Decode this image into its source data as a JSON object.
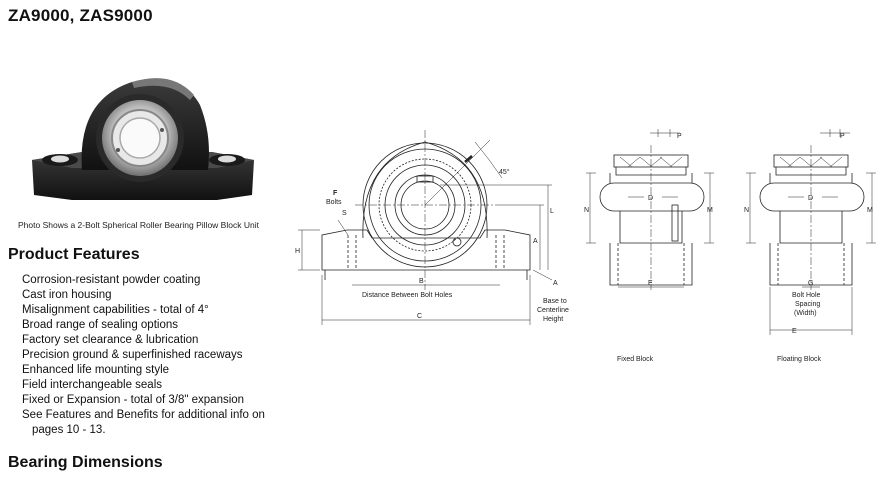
{
  "title": "ZA9000, ZAS9000",
  "photo": {
    "caption": "Photo Shows a 2-Bolt Spherical Roller Bearing Pillow Block Unit"
  },
  "features": {
    "heading": "Product Features",
    "items": [
      "Corrosion-resistant powder coating",
      "Cast iron housing",
      "Misalignment capabilities - total of 4°",
      "Broad range of sealing options",
      "Factory set clearance & lubrication",
      "Precision ground & superfinished raceways",
      "Enhanced life mounting style",
      "Field interchangeable seals",
      "Fixed or Expansion - total of 3/8\" expansion",
      "See Features and Benefits for additional info on",
      "pages 10 - 13."
    ]
  },
  "dimensions_heading": "Bearing Dimensions",
  "front_view": {
    "angle": "45°",
    "f": "F",
    "bolts": "Bolts",
    "s": "S",
    "h": "H",
    "l": "L",
    "a": "A",
    "b": "B",
    "distance": "Distance Between Bolt Holes",
    "c": "C",
    "base_a": "A",
    "base_line1": "Base to",
    "base_line2": "Centerline",
    "base_line3": "Height"
  },
  "fixed_block": {
    "p": "P",
    "n": "N",
    "m": "M",
    "d": "D",
    "e": "E",
    "label": "Fixed Block"
  },
  "floating_block": {
    "p": "P",
    "n": "N",
    "m": "M",
    "d": "D",
    "g": "G",
    "spacing_line1": "Bolt Hole",
    "spacing_line2": "Spacing",
    "spacing_line3": "(Width)",
    "e": "E",
    "label": "Floating Block"
  }
}
